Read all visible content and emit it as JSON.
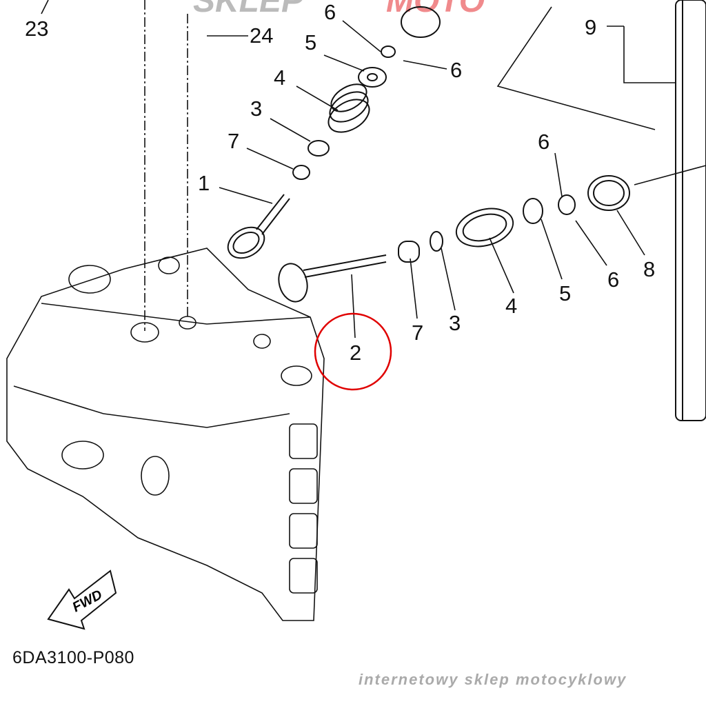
{
  "watermark": {
    "brand_left": "SKLEP",
    "brand_right": "MOTO",
    "tagline": "internetowy sklep motocyklowy"
  },
  "diagram": {
    "code": "6DA3100-P080",
    "direction_label": "FWD",
    "highlight_color": "#e00000",
    "callouts": [
      {
        "id": "23",
        "text": "23"
      },
      {
        "id": "24",
        "text": "24"
      },
      {
        "id": "6a",
        "text": "6"
      },
      {
        "id": "5a",
        "text": "5"
      },
      {
        "id": "6b",
        "text": "6"
      },
      {
        "id": "4a",
        "text": "4"
      },
      {
        "id": "3a",
        "text": "3"
      },
      {
        "id": "7a",
        "text": "7"
      },
      {
        "id": "1",
        "text": "1"
      },
      {
        "id": "9",
        "text": "9"
      },
      {
        "id": "6c",
        "text": "6"
      },
      {
        "id": "8",
        "text": "8"
      },
      {
        "id": "6d",
        "text": "6"
      },
      {
        "id": "5b",
        "text": "5"
      },
      {
        "id": "4b",
        "text": "4"
      },
      {
        "id": "3b",
        "text": "3"
      },
      {
        "id": "7b",
        "text": "7"
      },
      {
        "id": "2",
        "text": "2"
      }
    ]
  }
}
